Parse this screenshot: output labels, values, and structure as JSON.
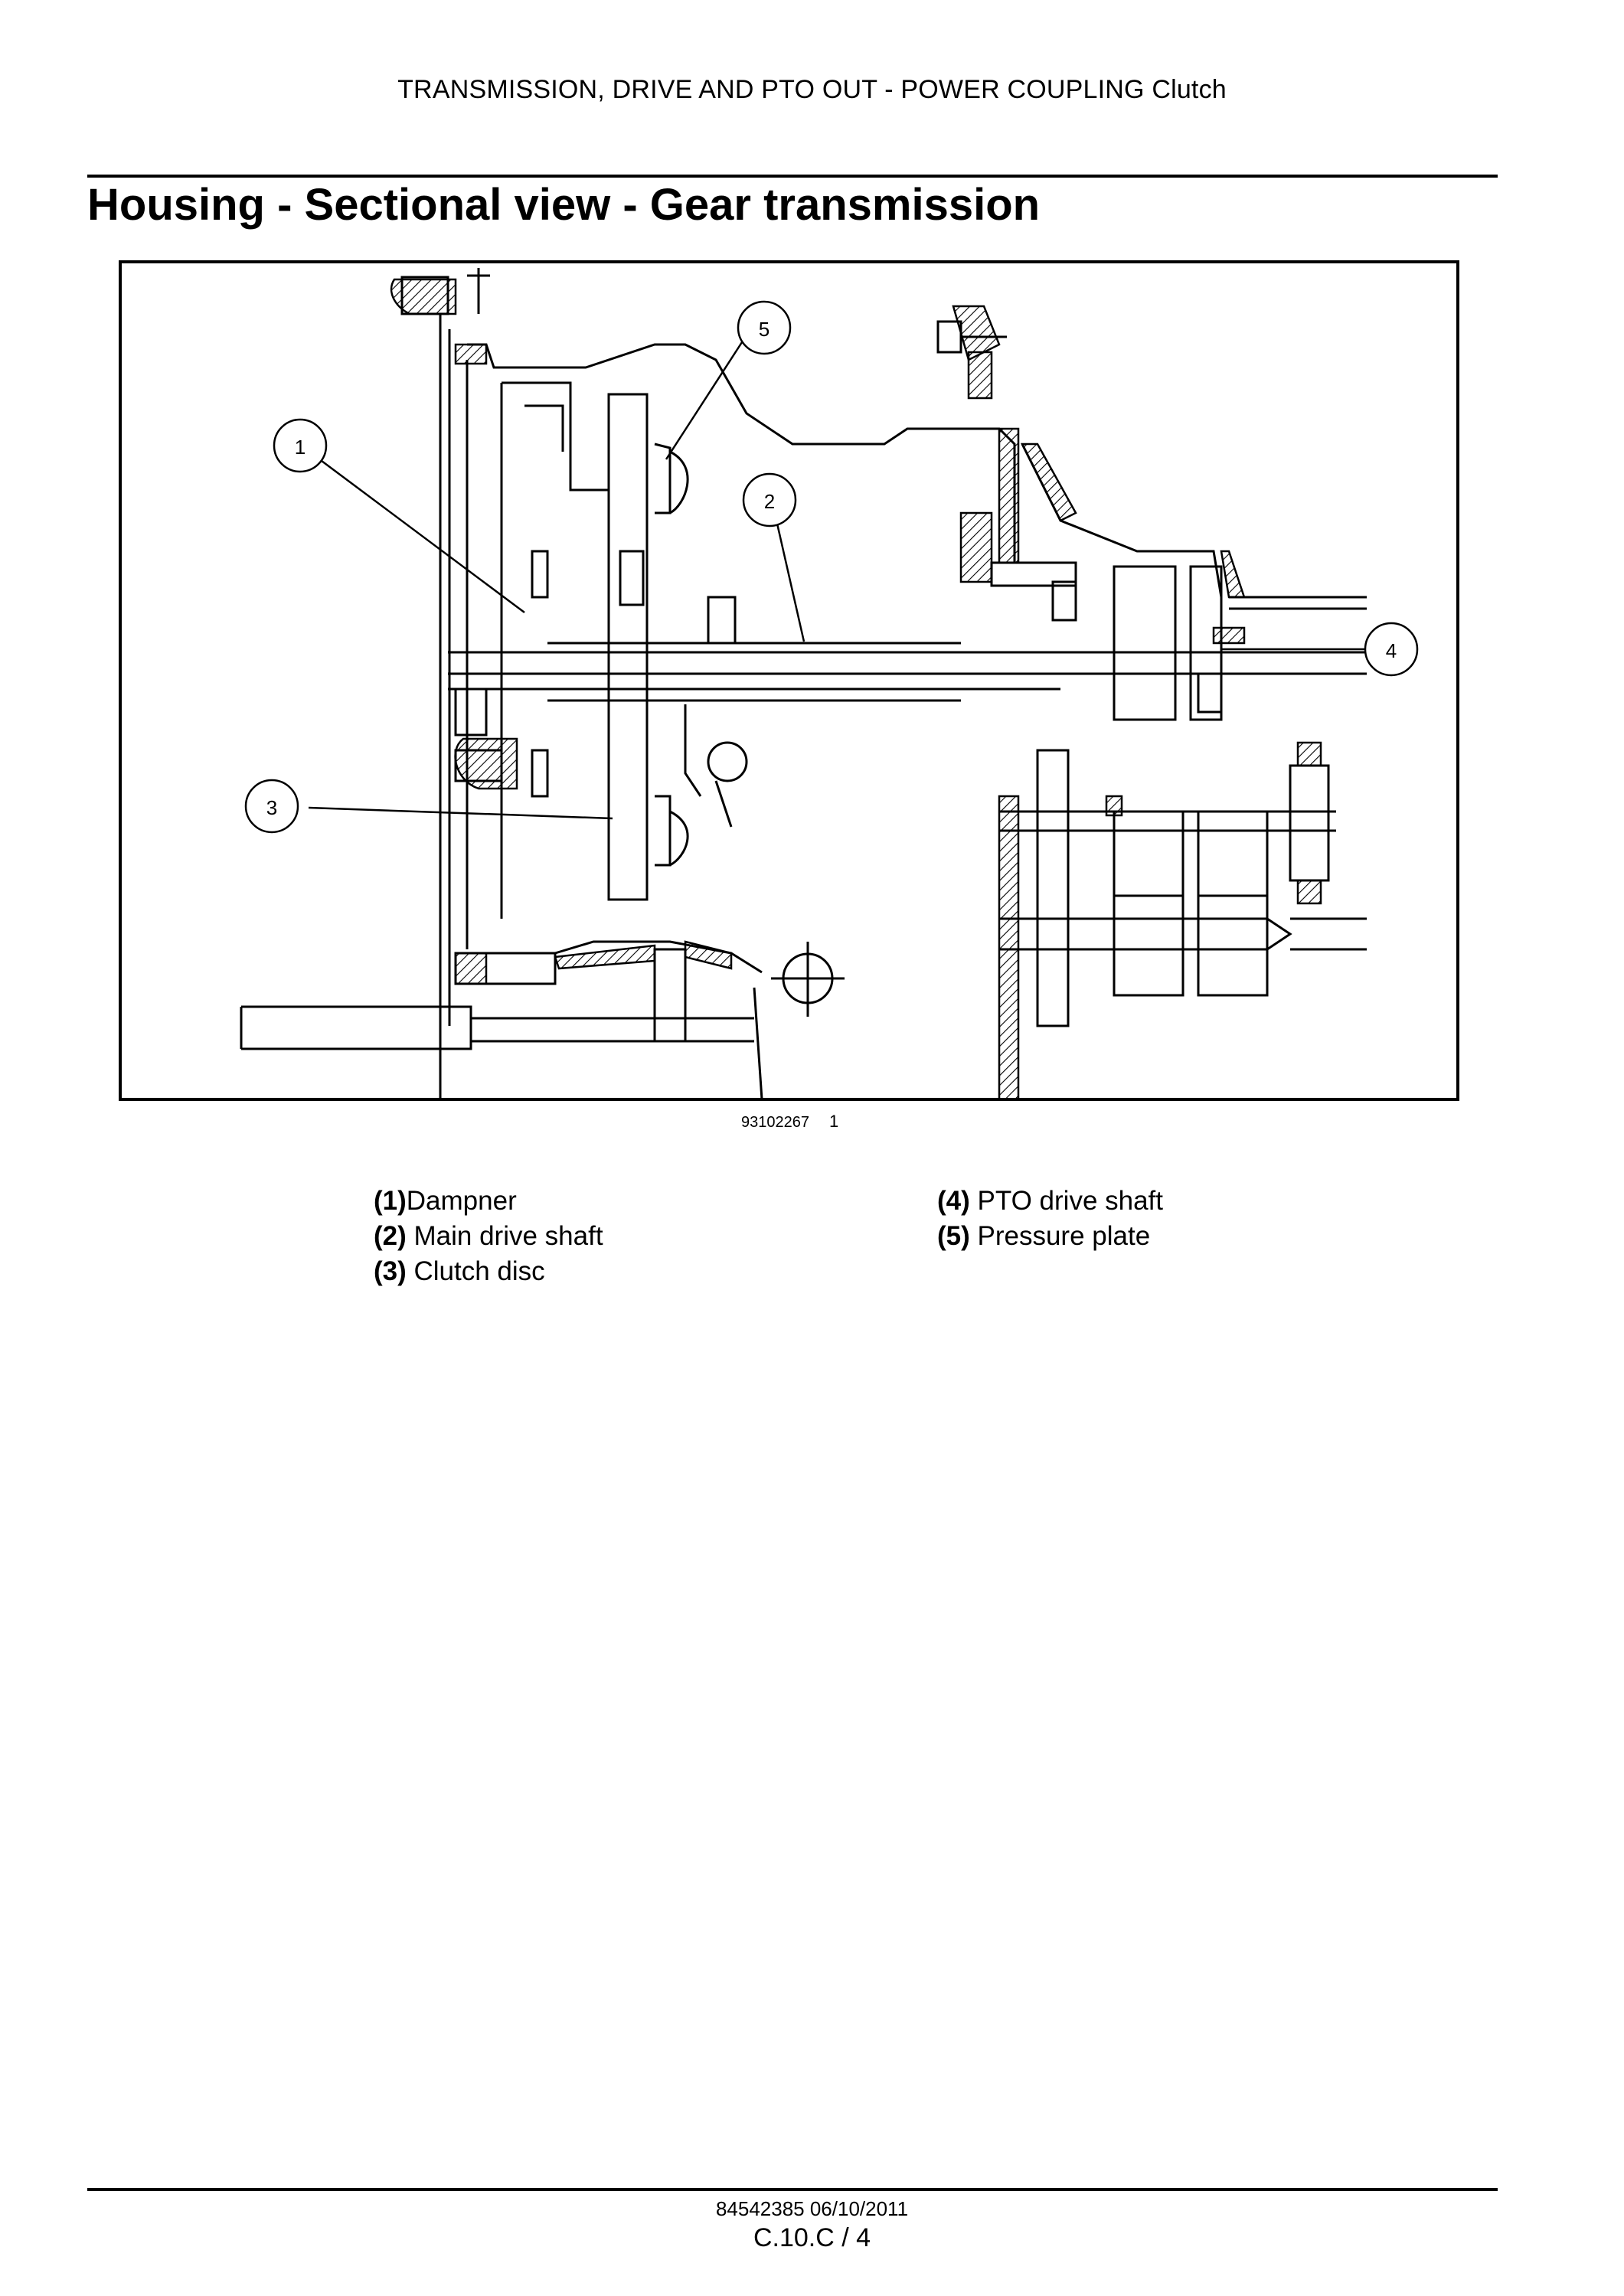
{
  "header": {
    "running_title": "TRANSMISSION, DRIVE AND PTO OUT - POWER COUPLING Clutch"
  },
  "page_title": "Housing - Sectional view - Gear transmission",
  "figure": {
    "callouts": [
      "1",
      "2",
      "3",
      "4",
      "5"
    ],
    "image_id": "93102267",
    "figure_number": "1"
  },
  "legend": {
    "items": [
      {
        "num": "(1)",
        "label": "Dampner"
      },
      {
        "num": "(2)",
        "label": " Main drive shaft"
      },
      {
        "num": "(3)",
        "label": " Clutch disc"
      },
      {
        "num": "(4)",
        "label": " PTO drive shaft"
      },
      {
        "num": "(5)",
        "label": " Pressure plate"
      }
    ]
  },
  "footer": {
    "doc_ref": "84542385 06/10/2011",
    "page_ref": "C.10.C / 4"
  }
}
